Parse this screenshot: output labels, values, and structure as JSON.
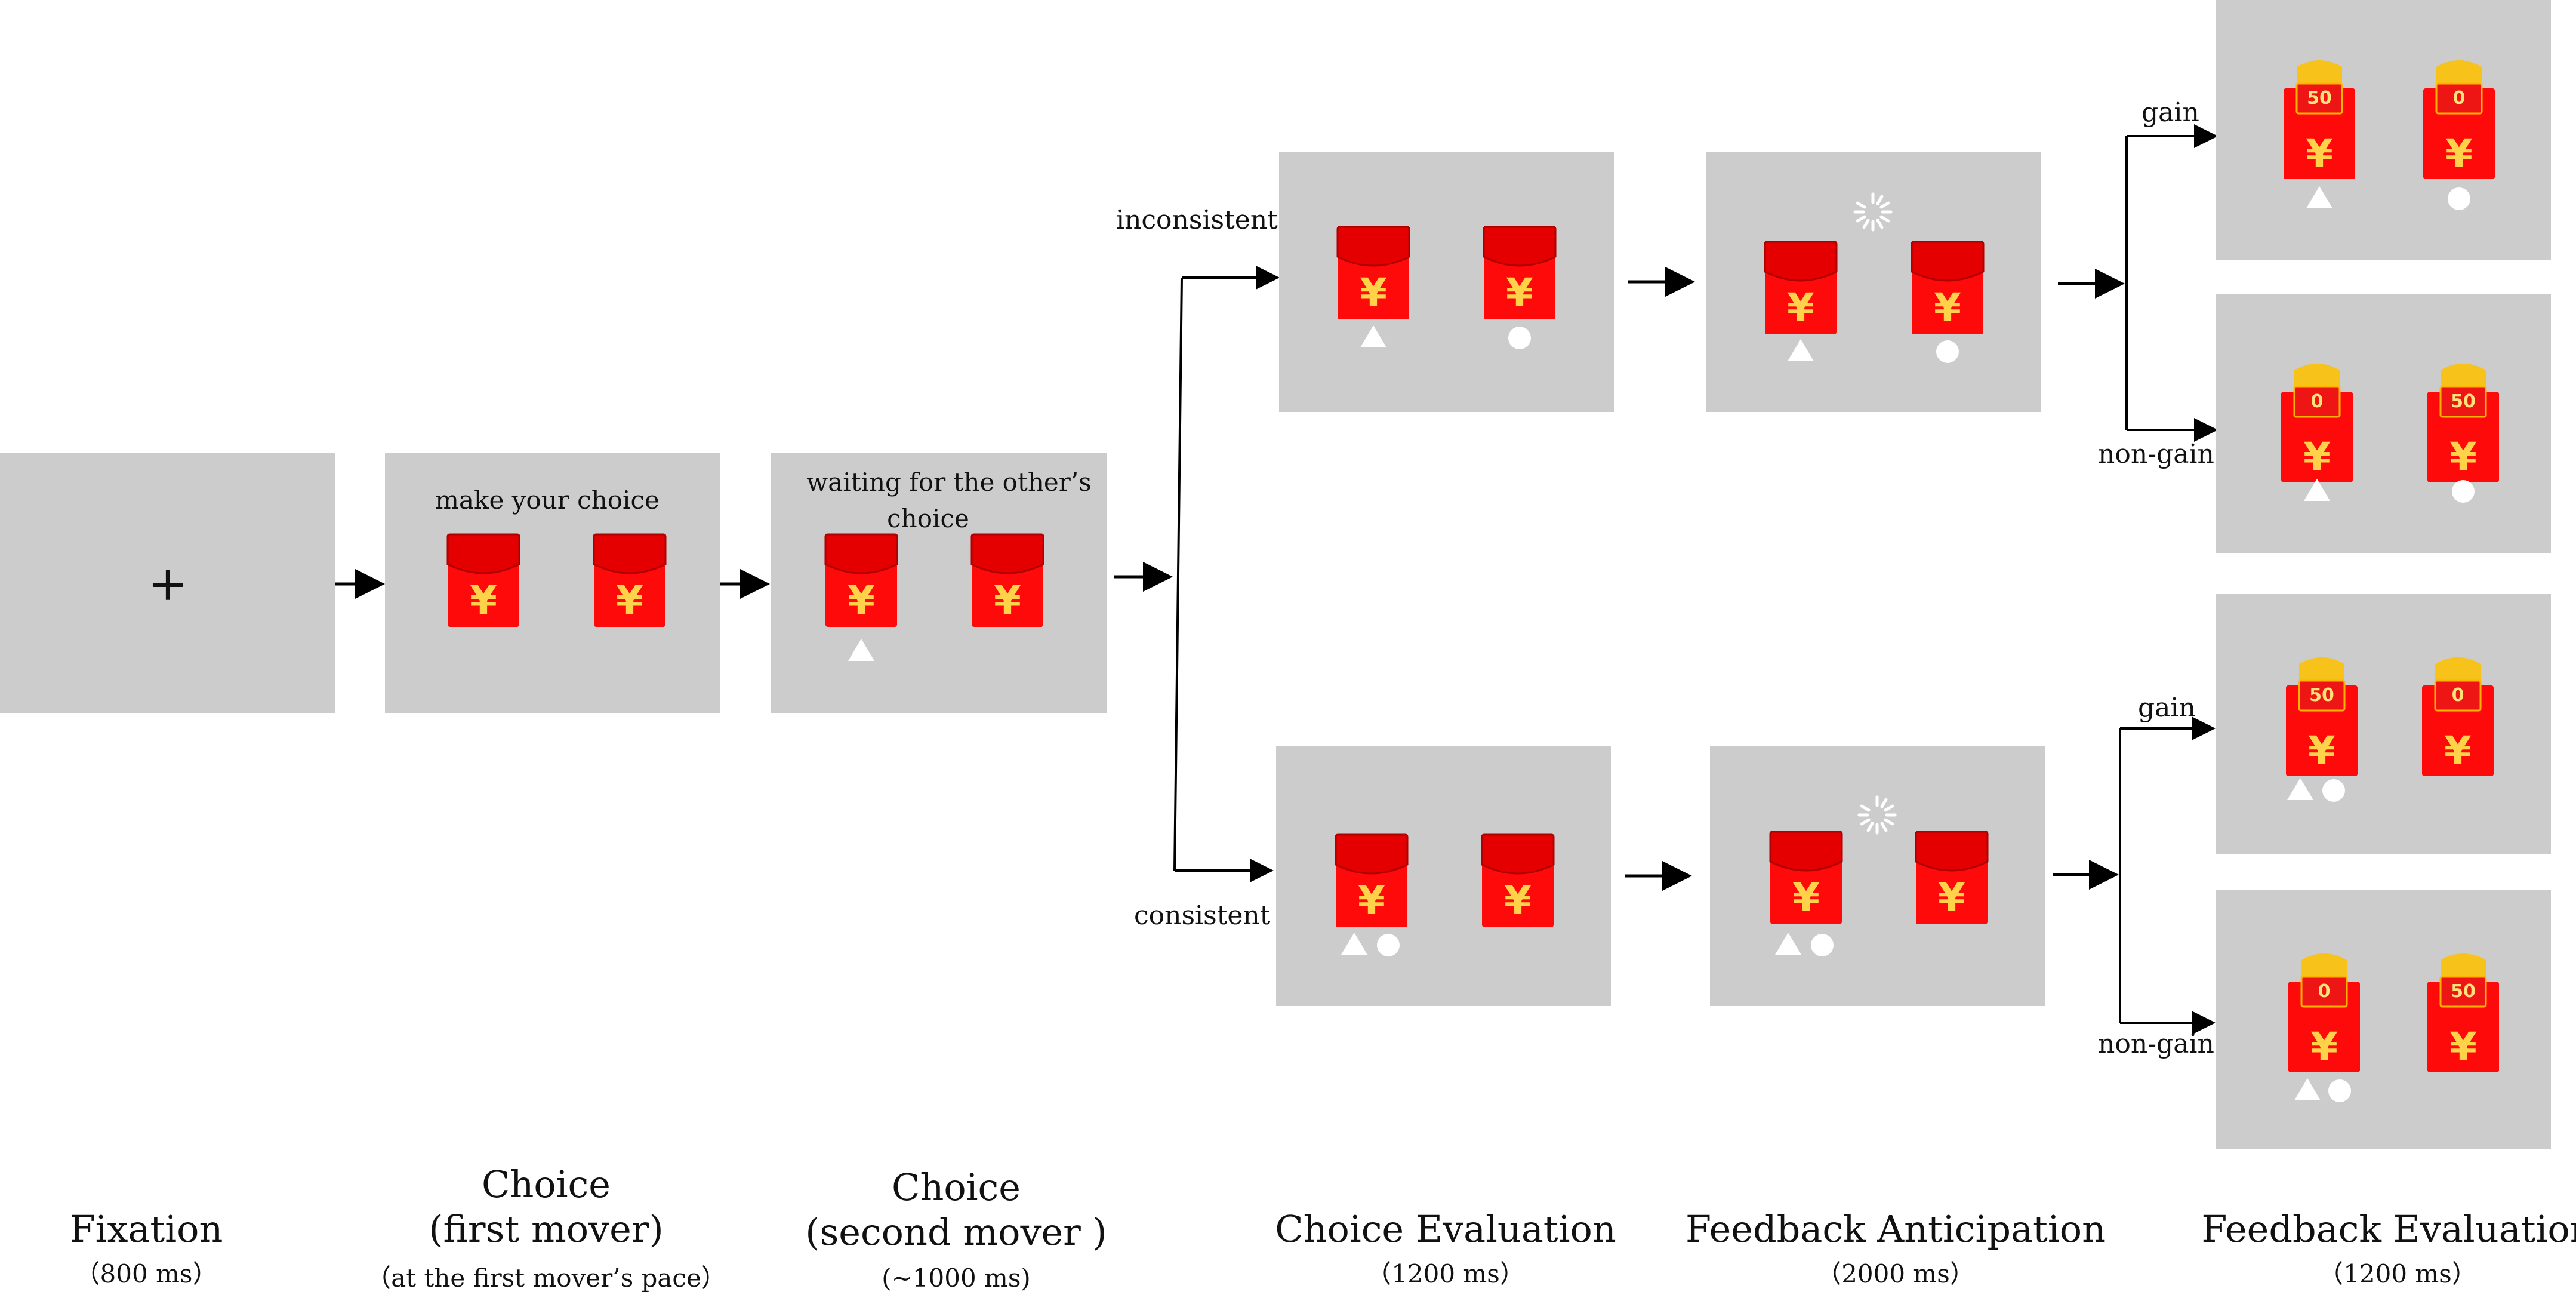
{
  "screens": {
    "fixation": {
      "symbol": "+"
    },
    "choice_first": {
      "prompt": "make your choice",
      "envelope_symbol": "¥"
    },
    "choice_second": {
      "prompt_line1": "waiting for the other’s",
      "prompt_line2": "choice",
      "envelope_symbol": "¥"
    },
    "choice_eval_inconsistent": {
      "envelope_symbol": "¥"
    },
    "choice_eval_consistent": {
      "envelope_symbol": "¥"
    },
    "anticipation_inconsistent": {
      "envelope_symbol": "¥"
    },
    "anticipation_consistent": {
      "envelope_symbol": "¥"
    },
    "feedback_inc_gain": {
      "left_amount": "50",
      "right_amount": "0",
      "envelope_symbol": "¥"
    },
    "feedback_inc_nongain": {
      "left_amount": "0",
      "right_amount": "50",
      "envelope_symbol": "¥"
    },
    "feedback_con_gain": {
      "left_amount": "50",
      "right_amount": "0",
      "envelope_symbol": "¥"
    },
    "feedback_con_nongain": {
      "left_amount": "0",
      "right_amount": "50",
      "envelope_symbol": "¥"
    }
  },
  "branches": {
    "inconsistent": "inconsistent",
    "consistent": "consistent",
    "gain": "gain",
    "non_gain": "non-gain"
  },
  "stages": {
    "fixation": {
      "title": "Fixation",
      "duration": "（800 ms）"
    },
    "choice_first": {
      "title_line1": "Choice",
      "title_line2": "(first mover)",
      "duration": "（at the first mover’s pace）"
    },
    "choice_second": {
      "title_line1": "Choice",
      "title_line2": "(second mover )",
      "duration": "(~1000 ms)"
    },
    "choice_evaluation": {
      "title": "Choice Evaluation",
      "duration": "（1200 ms）"
    },
    "feedback_anticipation": {
      "title": "Feedback Anticipation",
      "duration": "（2000 ms）"
    },
    "feedback_evaluation": {
      "title": "Feedback Evaluation",
      "duration": "（1200 ms）"
    }
  },
  "colors": {
    "panel": "#cccccc",
    "envelope": "#ff0a0a",
    "gold": "#f7c21a",
    "arrow": "#000000"
  }
}
